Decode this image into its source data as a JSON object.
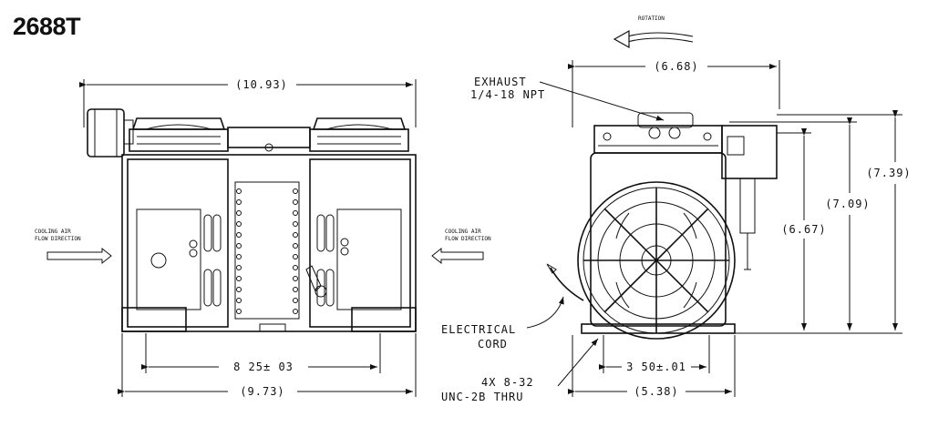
{
  "model": "2688T",
  "rotation_label": "ROTATION",
  "dimensions": {
    "front_overall_width": "(10.93)",
    "front_mount_spacing": "8 25± 03",
    "front_base_width": "(9.73)",
    "side_overall_width": "(6.68)",
    "side_mount_spacing": "3 50±.01",
    "side_base_width": "(5.38)",
    "height_overall": "(7.39)",
    "height_motor": "(7.09)",
    "height_head": "(6.67)"
  },
  "callouts": {
    "exhaust_line1": "EXHAUST",
    "exhaust_line2": "1/4-18 NPT",
    "cord_line1": "ELECTRICAL",
    "cord_line2": "CORD",
    "holes_line1": "4X 8-32",
    "holes_line2": "UNC-2B THRU"
  },
  "airflow": {
    "left_line1": "COOLING AIR",
    "left_line2": "FLOW DIRECTION",
    "right_line1": "COOLING AIR",
    "right_line2": "FLOW DIRECTION"
  }
}
